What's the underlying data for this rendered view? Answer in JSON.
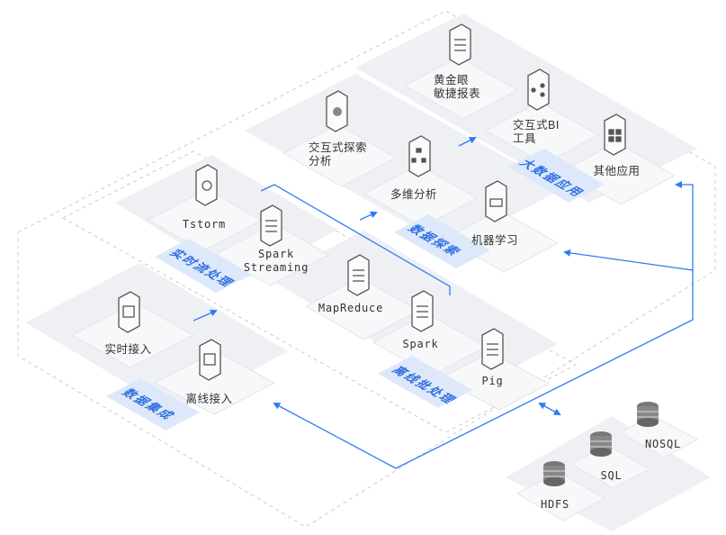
{
  "colors": {
    "accent": "#2f7cf0",
    "tile": "#eef0f4",
    "tag_bg": "#dde9fb",
    "tag_text": "#2f6fe0",
    "dashed": "#c9c9c9"
  },
  "groups": {
    "data_integration": {
      "tag": "数据集成",
      "nodes": [
        {
          "label": "实时接入",
          "icon": "chip-icon"
        },
        {
          "label": "离线接入",
          "icon": "chip-icon"
        }
      ]
    },
    "realtime": {
      "tag": "实时流处理",
      "nodes": [
        {
          "label": "Tstorm",
          "icon": "eye-icon"
        },
        {
          "label": "Spark\nStreaming",
          "icon": "document-icon"
        }
      ]
    },
    "batch": {
      "tag": "离线批处理",
      "nodes": [
        {
          "label": "MapReduce",
          "icon": "document-icon"
        },
        {
          "label": "Spark",
          "icon": "document-icon"
        },
        {
          "label": "Pig",
          "icon": "document-icon"
        }
      ]
    },
    "exploration": {
      "tag": "数据探索",
      "nodes": [
        {
          "label": "交互式探索\n分析",
          "icon": "magnifier-icon"
        },
        {
          "label": "多维分析",
          "icon": "hierarchy-icon"
        },
        {
          "label": "机器学习",
          "icon": "robot-icon"
        }
      ]
    },
    "application": {
      "tag": "大数据应用",
      "nodes": [
        {
          "label": "黄金眼\n敏捷报表",
          "icon": "report-icon"
        },
        {
          "label": "交互式BI\n工具",
          "icon": "share-icon"
        },
        {
          "label": "其他应用",
          "icon": "grid-icon"
        }
      ]
    },
    "storage": {
      "nodes": [
        {
          "label": "HDFS",
          "icon": "database-icon"
        },
        {
          "label": "SQL",
          "icon": "database-icon"
        },
        {
          "label": "NOSQL",
          "icon": "database-icon"
        }
      ]
    }
  }
}
